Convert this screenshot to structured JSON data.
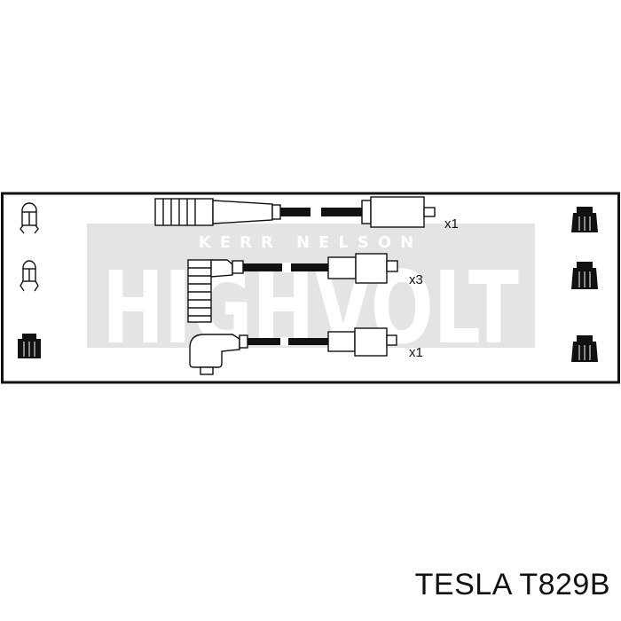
{
  "caption": "TESLA T829B",
  "watermark": {
    "brand": "KERR NELSON",
    "main": "HIGHVOLT"
  },
  "leads": [
    {
      "quantity": "x1"
    },
    {
      "quantity": "x3"
    },
    {
      "quantity": "x1"
    }
  ],
  "colors": {
    "line": "#111111",
    "watermark_band": "#e4e4e4",
    "background": "#ffffff"
  }
}
